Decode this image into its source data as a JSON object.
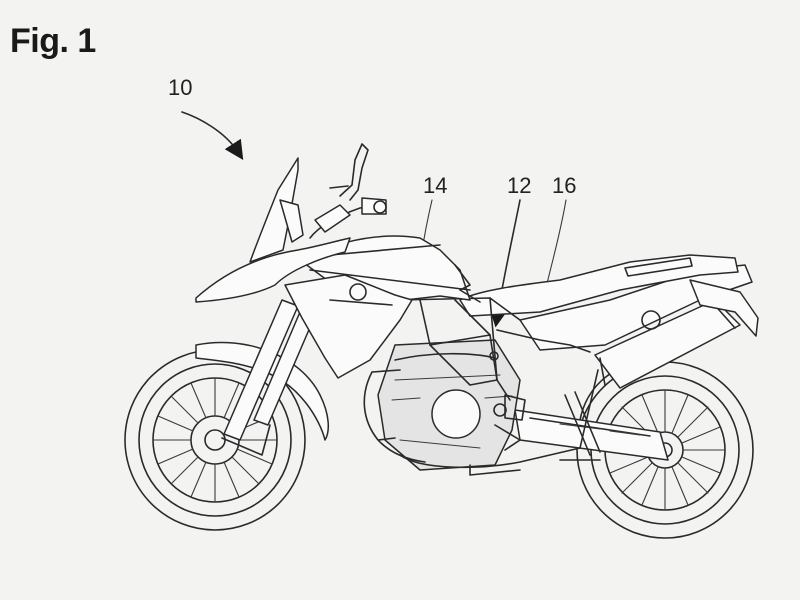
{
  "figure": {
    "title": "Fig. 1",
    "labels": {
      "vehicle": "10",
      "tank": "14",
      "frame": "12",
      "seat": "16"
    }
  },
  "colors": {
    "background": "#f3f3f2",
    "ink": "#2a2a2a",
    "shade": "#e4e4e4"
  }
}
